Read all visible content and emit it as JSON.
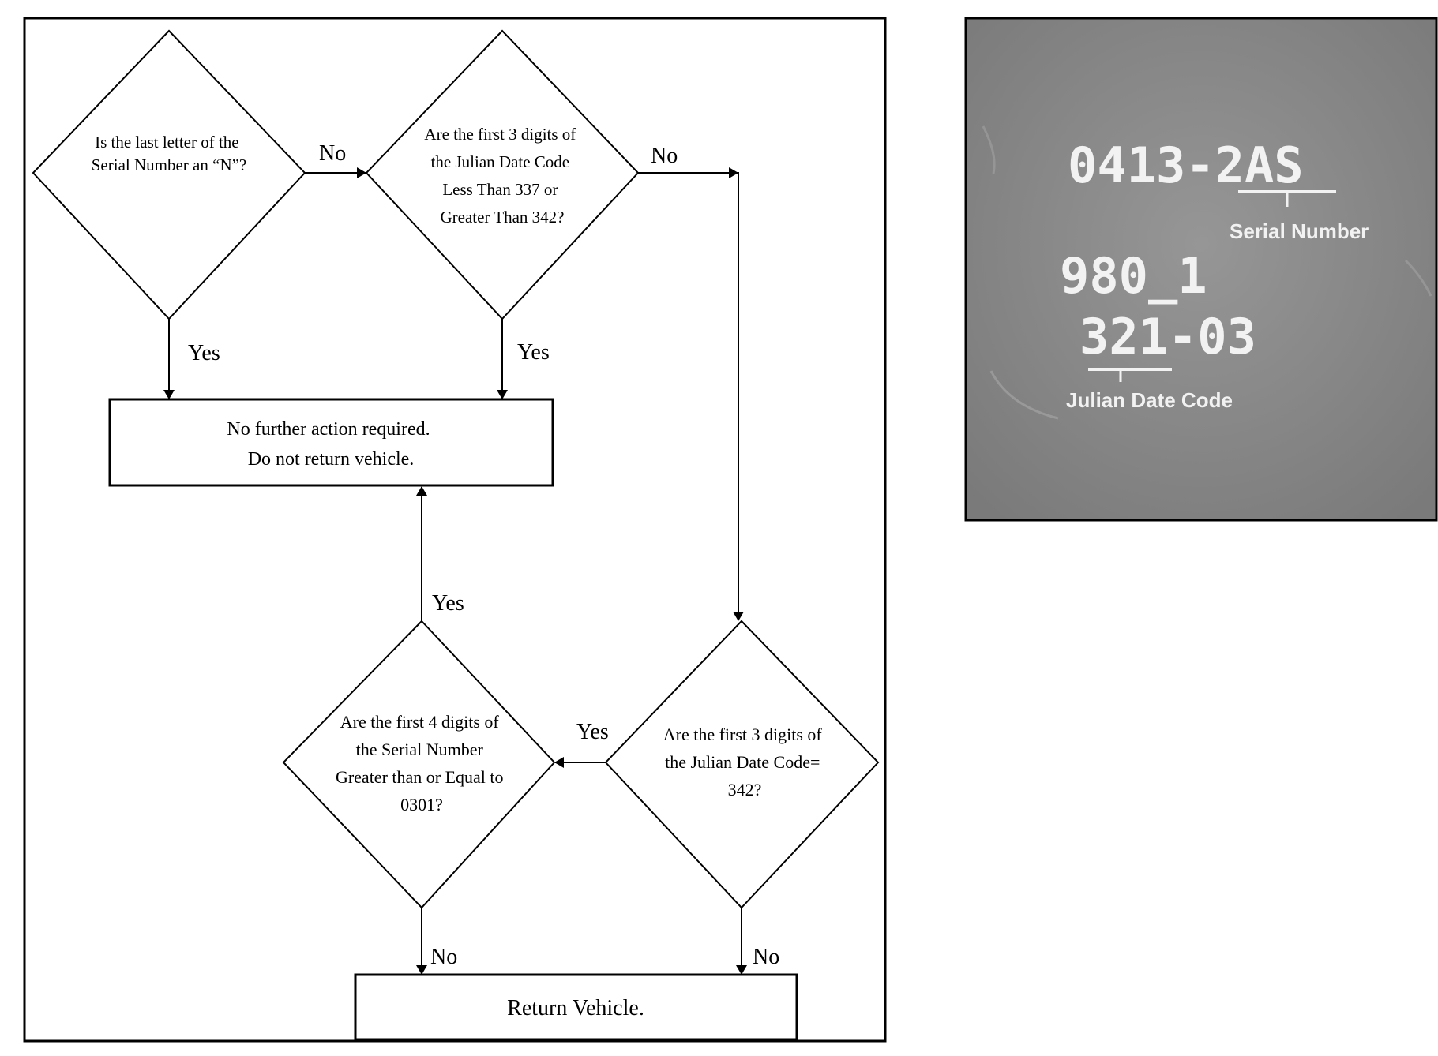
{
  "flowchart": {
    "decision_last_letter": [
      "Is the last letter of the",
      "Serial Number an “N”?"
    ],
    "decision_julian_range": [
      "Are the first 3 digits of",
      "the Julian Date Code",
      "Less Than 337 or",
      "Greater Than 342?"
    ],
    "decision_serial_digits": [
      "Are the first 4 digits of",
      "the Serial Number",
      "Greater than or Equal to",
      "0301?"
    ],
    "decision_julian_equal": [
      "Are the first 3 digits of",
      "the Julian Date Code=",
      "342?"
    ],
    "box_no_action": [
      "No further action required.",
      "Do not return vehicle."
    ],
    "box_return": "Return Vehicle.",
    "labels": {
      "no_1": "No",
      "no_2": "No",
      "yes_1": "Yes",
      "yes_2": "Yes",
      "yes_up": "Yes",
      "yes_left": "Yes",
      "no_bottom_left": "No",
      "no_bottom_right": "No"
    }
  },
  "photo": {
    "stamp_line_1": "0413-2AS",
    "stamp_line_2": "980_1",
    "stamp_line_3": "321-03",
    "label_serial": "Serial Number",
    "label_julian": "Julian Date Code",
    "background_color": "#8c8c8c",
    "stamp_color": "#f2f2f2"
  }
}
